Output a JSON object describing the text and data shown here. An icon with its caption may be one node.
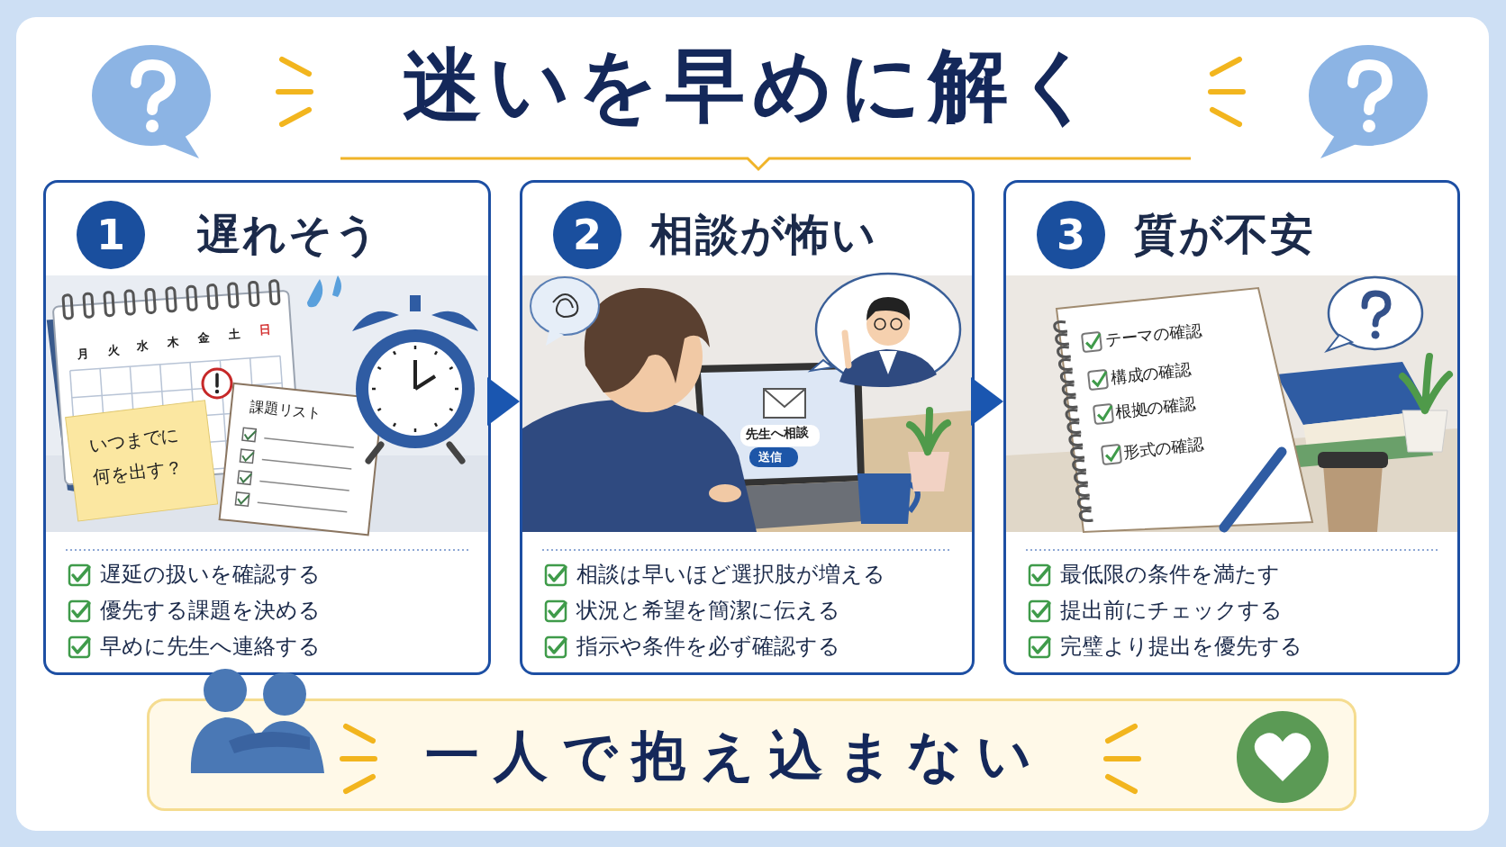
{
  "diagram": {
    "title": "迷いを早めに解く",
    "nodes": [
      {
        "text": [
          "1",
          "遅れそう",
          "遅延の扱いを確認する",
          "優先する課題を決める",
          "早めに先生へ連絡する"
        ]
      },
      {
        "text": [
          "2",
          "相談が怖い",
          "相談は早いほど選択肢が増える",
          "状況と希望を簡潔に伝える",
          "指示や条件を必ず確認する"
        ]
      },
      {
        "text": [
          "3",
          "質が不安",
          "最低限の条件を満たす",
          "提出前にチェックする",
          "完璧より提出を優先する"
        ]
      },
      {
        "text": [
          "一人で抱え込まない"
        ]
      }
    ],
    "edges": [
      {
        "from": 0,
        "to": 1,
        "arrow": "to"
      },
      {
        "from": 1,
        "to": 2,
        "arrow": "to"
      }
    ],
    "labels": [
      "月",
      "火",
      "水",
      "木",
      "金",
      "土",
      "日",
      "いつまでに何を出す？",
      "課題リスト",
      "先生へ相談",
      "送信",
      "テーマの確認",
      "構成の確認",
      "根拠の確認",
      "形式の確認"
    ]
  }
}
